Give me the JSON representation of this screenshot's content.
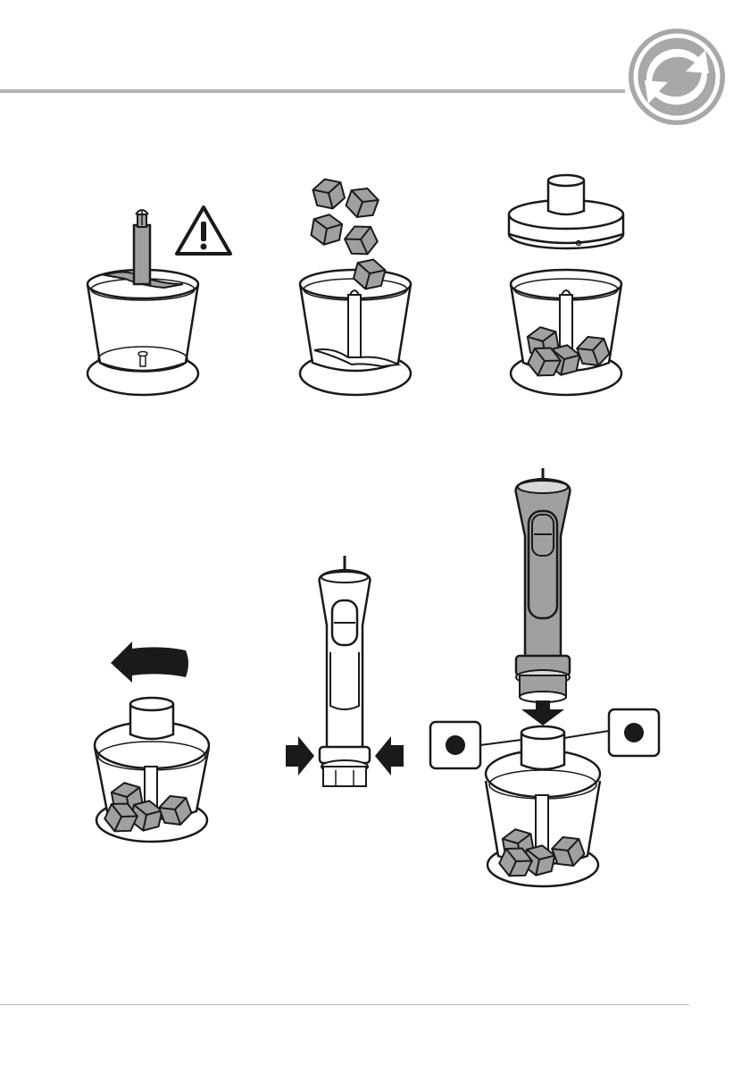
{
  "colors": {
    "line": "#1a1a1a",
    "fill_gray": "#a0a0a0",
    "fill_light": "#d8d8d8",
    "rule": "#b3b3b3",
    "logo_gray": "#a6a6a6"
  },
  "icons": {
    "logo": "circular-arrows-logo",
    "warning": "warning-triangle-icon",
    "rotate": "curved-arrow-left-icon",
    "press": "arrow-right-icon",
    "down": "arrow-down-icon"
  },
  "steps": [
    {
      "id": "step-1",
      "label": ""
    },
    {
      "id": "step-2",
      "label": ""
    },
    {
      "id": "step-3",
      "label": ""
    },
    {
      "id": "step-4",
      "label": ""
    },
    {
      "id": "step-5",
      "label": ""
    },
    {
      "id": "step-6",
      "label": ""
    }
  ]
}
